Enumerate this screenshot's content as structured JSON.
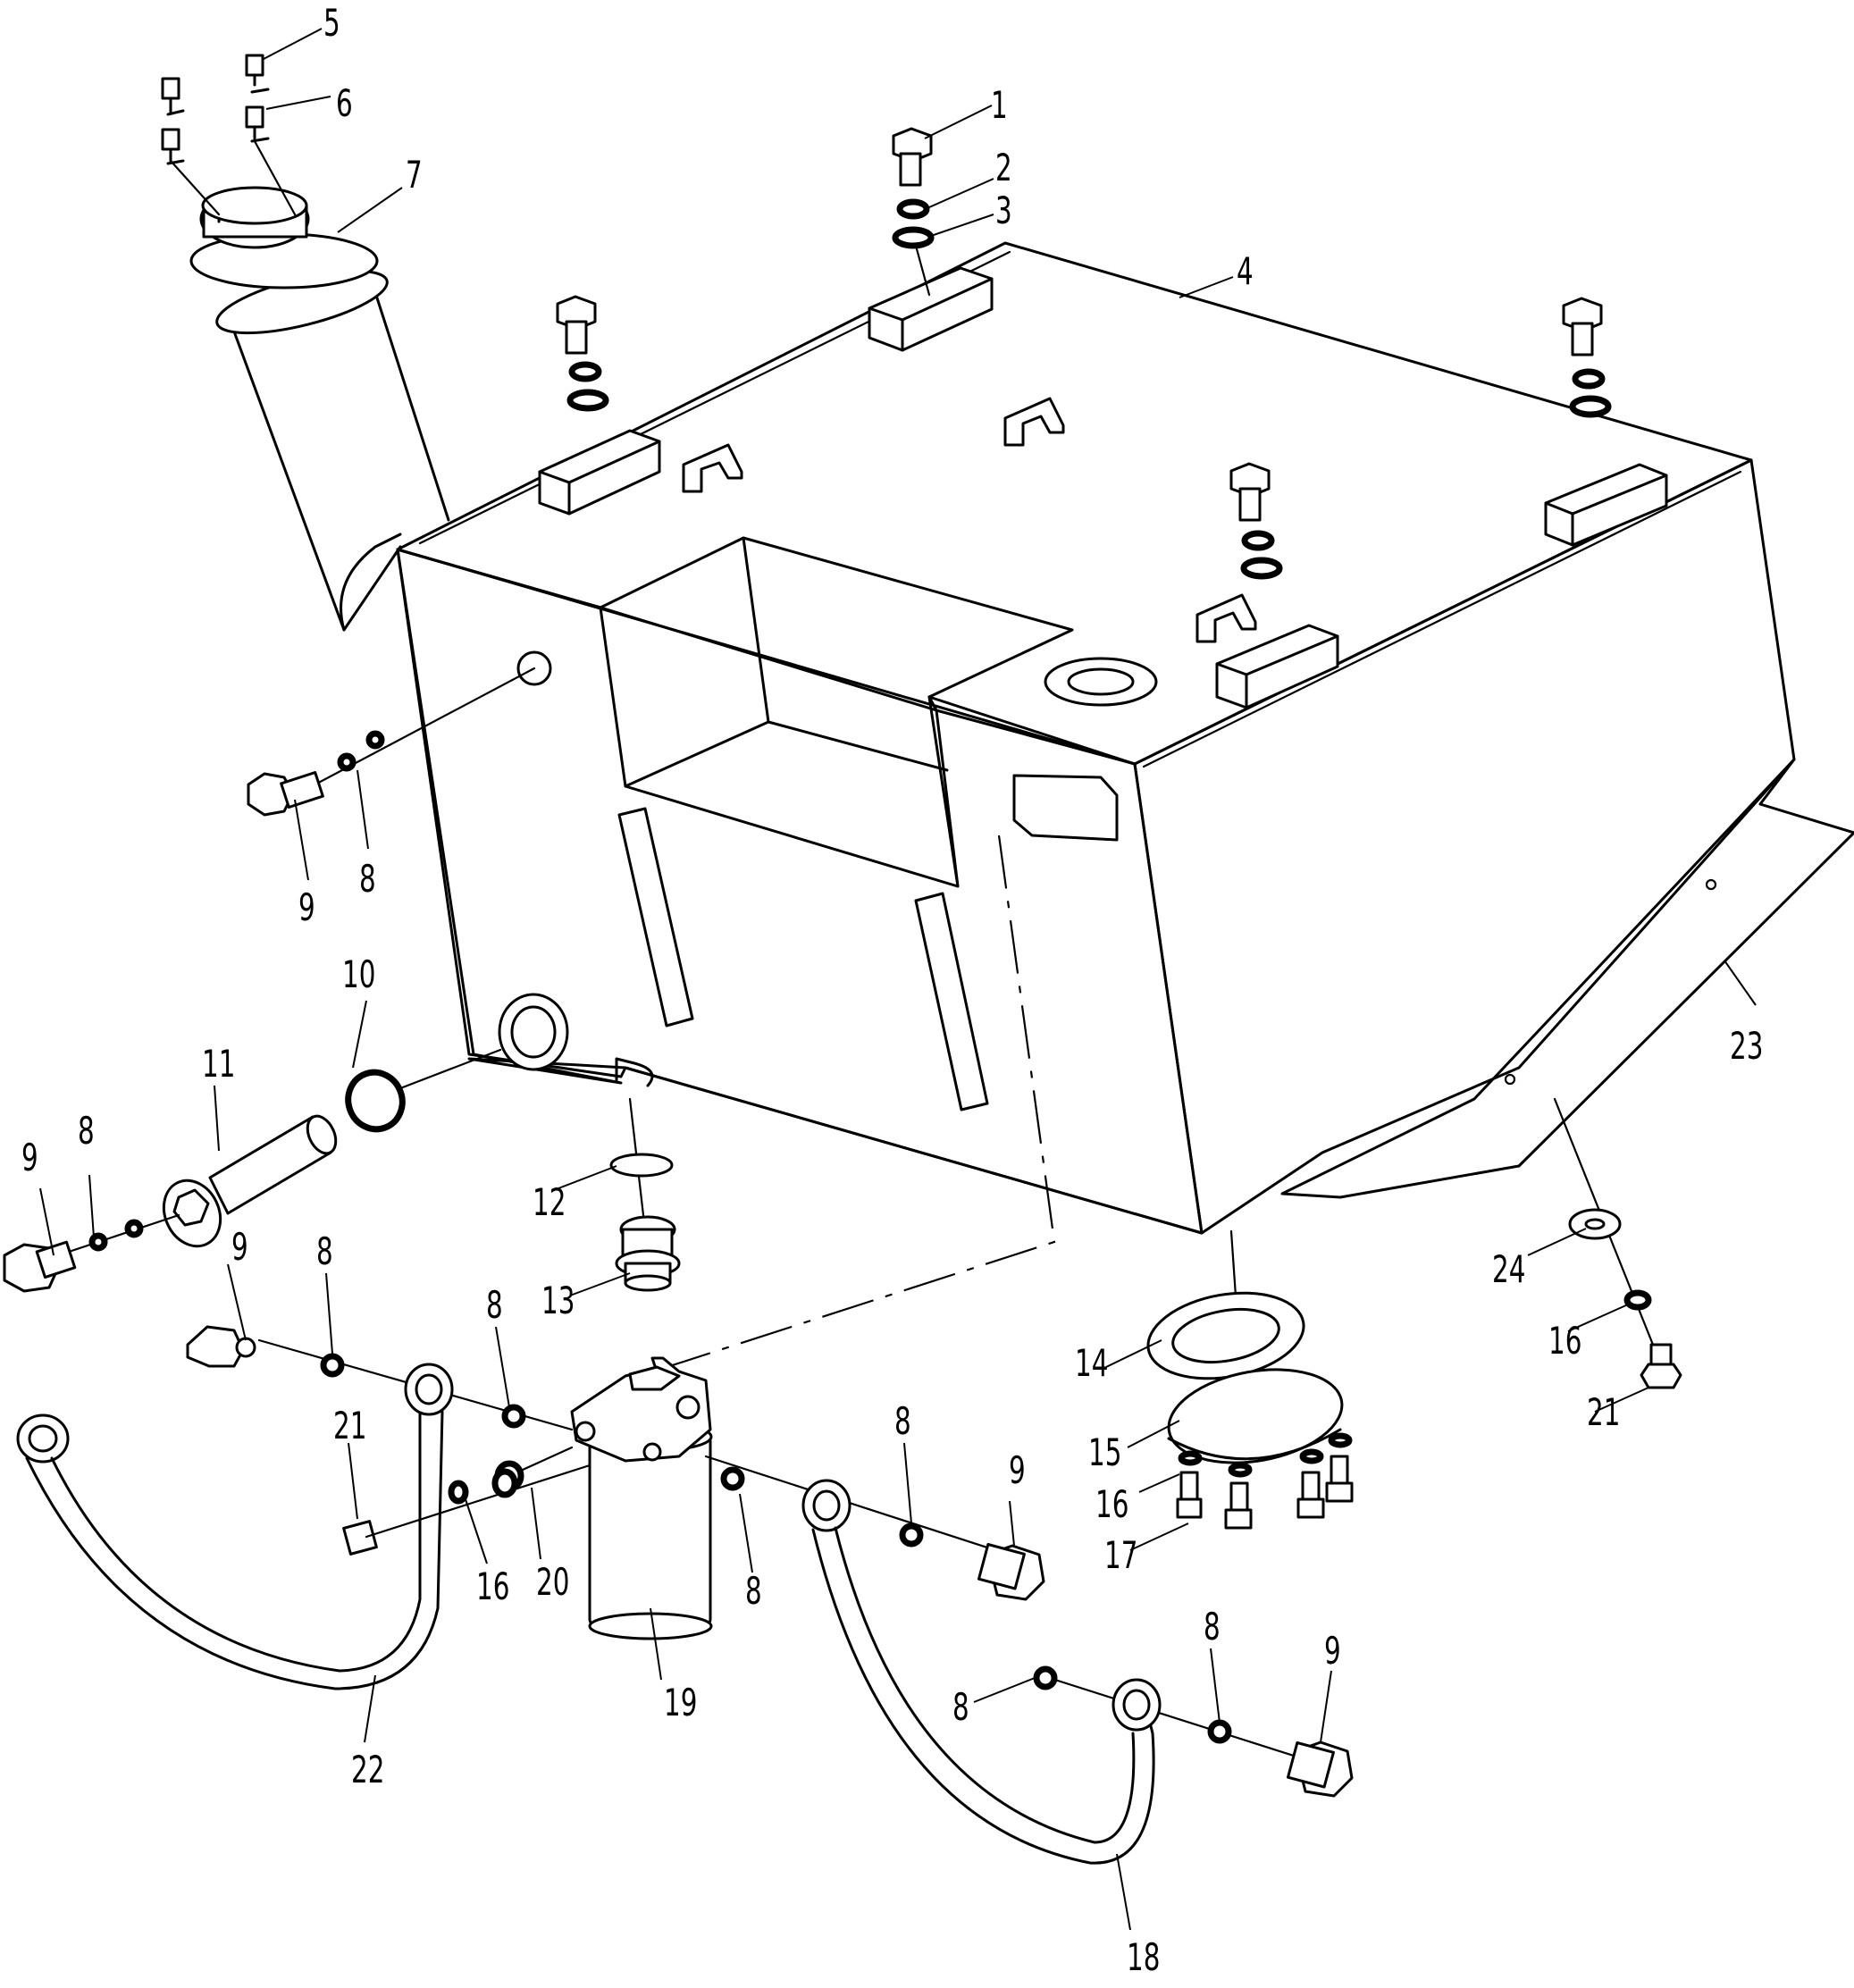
{
  "diagram": {
    "callouts": [
      "1",
      "2",
      "3",
      "4",
      "5",
      "6",
      "7",
      "8",
      "9",
      "10",
      "11",
      "12",
      "13",
      "14",
      "15",
      "16",
      "17",
      "18",
      "19",
      "20",
      "21",
      "22",
      "23",
      "24"
    ],
    "repeated": {
      "n8": "8",
      "n9": "9",
      "n16": "16",
      "n21": "21"
    }
  }
}
